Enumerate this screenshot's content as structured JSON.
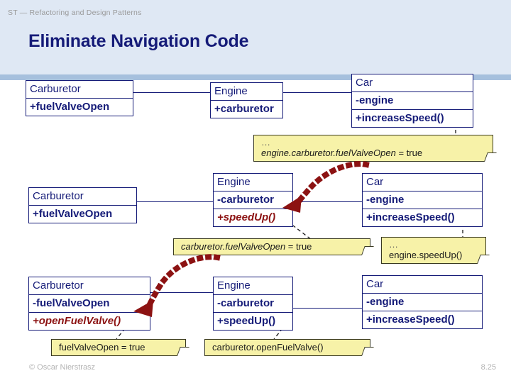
{
  "header": {
    "eyebrow": "ST — Refactoring and Design Patterns",
    "title": "Eliminate Navigation Code"
  },
  "colors": {
    "header_band": "#dfe8f4",
    "header_rule": "#a6c0dd",
    "class_text": "#151b78",
    "added_member": "#8c1212",
    "note_fill": "#f7f2a8",
    "note_border": "#3a3a22",
    "arrow": "#8c1212",
    "footer_text": "#b3b3b3"
  },
  "rows": [
    {
      "id": "row-1",
      "classes": [
        {
          "name": "Carburetor",
          "members": [
            {
              "text": "+fuelValveOpen",
              "style": "bold"
            }
          ]
        },
        {
          "name": "Engine",
          "members": [
            {
              "text": "+carburetor",
              "style": "bold"
            }
          ]
        },
        {
          "name": "Car",
          "members": [
            {
              "text": "-engine",
              "style": "bold"
            },
            {
              "text": "+increaseSpeed()",
              "style": "bold"
            }
          ]
        }
      ],
      "notes": [
        {
          "id": "note-1",
          "ellipsis": "…",
          "path": "engine.carburetor.fuelValveOpen",
          "tail": " = true"
        }
      ]
    },
    {
      "id": "row-2",
      "classes": [
        {
          "name": "Carburetor",
          "members": [
            {
              "text": "+fuelValveOpen",
              "style": "bold"
            }
          ]
        },
        {
          "name": "Engine",
          "members": [
            {
              "text": "-carburetor",
              "style": "bold"
            },
            {
              "text": "+speedUp()",
              "style": "added"
            }
          ]
        },
        {
          "name": "Car",
          "members": [
            {
              "text": "-engine",
              "style": "bold"
            },
            {
              "text": "+increaseSpeed()",
              "style": "bold"
            }
          ]
        }
      ],
      "notes": [
        {
          "id": "note-2",
          "ellipsis": "",
          "path": "carburetor.fuelValveOpen",
          "tail": " = true"
        },
        {
          "id": "note-3",
          "ellipsis": "…",
          "path": "",
          "tail": "engine.speedUp()"
        }
      ]
    },
    {
      "id": "row-3",
      "classes": [
        {
          "name": "Carburetor",
          "members": [
            {
              "text": "-fuelValveOpen",
              "style": "bold"
            },
            {
              "text": "+openFuelValve()",
              "style": "added"
            }
          ]
        },
        {
          "name": "Engine",
          "members": [
            {
              "text": "-carburetor",
              "style": "bold"
            },
            {
              "text": "+speedUp()",
              "style": "bold"
            }
          ]
        },
        {
          "name": "Car",
          "members": [
            {
              "text": "-engine",
              "style": "bold"
            },
            {
              "text": "+increaseSpeed()",
              "style": "bold"
            }
          ]
        }
      ],
      "notes": [
        {
          "id": "note-4",
          "ellipsis": "",
          "path": "",
          "tail": "fuelValveOpen = true"
        },
        {
          "id": "note-5",
          "ellipsis": "",
          "path": "",
          "tail": "carburetor.openFuelValve()"
        }
      ]
    }
  ],
  "footer": {
    "copyright": "© Oscar Nierstrasz",
    "page": "8.25"
  }
}
